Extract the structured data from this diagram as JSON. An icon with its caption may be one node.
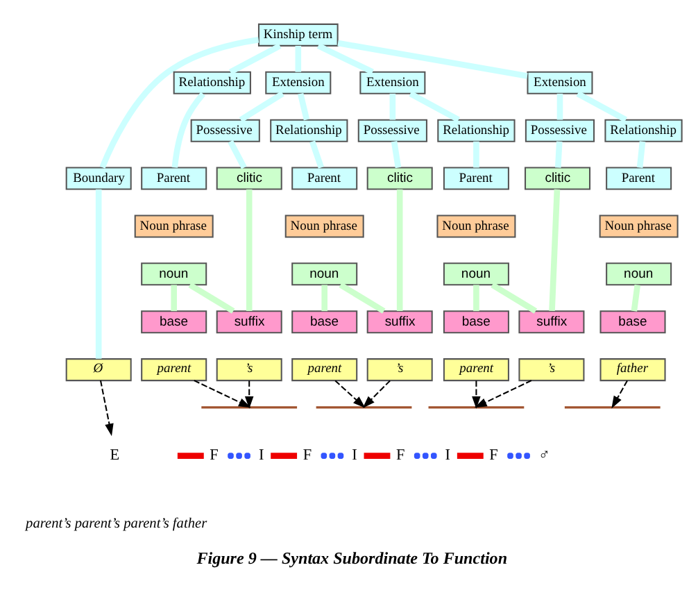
{
  "diagram": {
    "caption": "Figure 9 — Syntax Subordinate To Function",
    "nodes": [
      {
        "text": [
          "Kinship term"
        ]
      },
      {
        "text": [
          "Boundary"
        ]
      },
      {
        "text": [
          "Relationship"
        ]
      },
      {
        "text": [
          "Extension"
        ]
      },
      {
        "text": [
          "Extension"
        ]
      },
      {
        "text": [
          "Extension"
        ]
      },
      {
        "text": [
          "Possessive"
        ]
      },
      {
        "text": [
          "Possessive"
        ]
      },
      {
        "text": [
          "Possessive"
        ]
      },
      {
        "text": [
          "Relationship"
        ]
      },
      {
        "text": [
          "Relationship"
        ]
      },
      {
        "text": [
          "Relationship"
        ]
      },
      {
        "text": [
          "clitic"
        ]
      },
      {
        "text": [
          "Parent"
        ]
      },
      {
        "text": [
          "clitic"
        ]
      },
      {
        "text": [
          "Parent"
        ]
      },
      {
        "text": [
          "clitic"
        ]
      },
      {
        "text": [
          "Parent"
        ]
      },
      {
        "text": [
          "Parent"
        ]
      },
      {
        "text": [
          "Noun phrase"
        ]
      },
      {
        "text": [
          "Noun phrase"
        ]
      },
      {
        "text": [
          "Noun phrase"
        ]
      },
      {
        "text": [
          "Noun phrase"
        ]
      },
      {
        "text": [
          "noun"
        ]
      },
      {
        "text": [
          "noun"
        ]
      },
      {
        "text": [
          "noun"
        ]
      },
      {
        "text": [
          "noun"
        ]
      },
      {
        "text": [
          "base"
        ]
      },
      {
        "text": [
          "suffix"
        ]
      },
      {
        "text": [
          "base"
        ]
      },
      {
        "text": [
          "suffix"
        ]
      },
      {
        "text": [
          "base"
        ]
      },
      {
        "text": [
          "suffix"
        ]
      },
      {
        "text": [
          "base"
        ]
      },
      {
        "text": [
          "Ø"
        ]
      },
      {
        "text": [
          "parent"
        ]
      },
      {
        "text": [
          "’s"
        ]
      },
      {
        "text": [
          "parent"
        ]
      },
      {
        "text": [
          "’s"
        ]
      },
      {
        "text": [
          "parent"
        ]
      },
      {
        "text": [
          "’s"
        ]
      },
      {
        "text": [
          "father"
        ]
      },
      {
        "text": [],
        "shape": "brace"
      },
      {
        "text": [],
        "shape": "brace"
      },
      {
        "text": [],
        "shape": "brace"
      },
      {
        "text": [],
        "shape": "brace"
      },
      {
        "text": [
          "E"
        ]
      }
    ],
    "edges": [
      {
        "from": 0,
        "to": 1,
        "arrow": "none"
      },
      {
        "from": 0,
        "to": 2,
        "arrow": "none"
      },
      {
        "from": 0,
        "to": 3,
        "arrow": "none"
      },
      {
        "from": 0,
        "to": 4,
        "arrow": "none"
      },
      {
        "from": 0,
        "to": 5,
        "arrow": "none"
      },
      {
        "from": 1,
        "to": 34,
        "arrow": "none"
      },
      {
        "from": 2,
        "to": 13,
        "arrow": "none"
      },
      {
        "from": 3,
        "to": 6,
        "arrow": "none"
      },
      {
        "from": 3,
        "to": 9,
        "arrow": "none"
      },
      {
        "from": 4,
        "to": 7,
        "arrow": "none"
      },
      {
        "from": 4,
        "to": 10,
        "arrow": "none"
      },
      {
        "from": 5,
        "to": 8,
        "arrow": "none"
      },
      {
        "from": 5,
        "to": 11,
        "arrow": "none"
      },
      {
        "from": 6,
        "to": 12,
        "arrow": "none"
      },
      {
        "from": 7,
        "to": 14,
        "arrow": "none"
      },
      {
        "from": 8,
        "to": 16,
        "arrow": "none"
      },
      {
        "from": 9,
        "to": 15,
        "arrow": "none"
      },
      {
        "from": 10,
        "to": 17,
        "arrow": "none"
      },
      {
        "from": 11,
        "to": 18,
        "arrow": "none"
      },
      {
        "from": 23,
        "to": 27,
        "arrow": "none",
        "color": "#ccffcc"
      },
      {
        "from": 23,
        "to": 28,
        "arrow": "none",
        "color": "#ccffcc"
      },
      {
        "from": 12,
        "to": 28,
        "arrow": "none",
        "color": "#ccffcc"
      },
      {
        "from": 24,
        "to": 29,
        "arrow": "none",
        "color": "#ccffcc"
      },
      {
        "from": 24,
        "to": 30,
        "arrow": "none",
        "color": "#ccffcc"
      },
      {
        "from": 14,
        "to": 30,
        "arrow": "none",
        "color": "#ccffcc"
      },
      {
        "from": 25,
        "to": 31,
        "arrow": "none",
        "color": "#ccffcc"
      },
      {
        "from": 25,
        "to": 32,
        "arrow": "none",
        "color": "#ccffcc"
      },
      {
        "from": 16,
        "to": 32,
        "arrow": "none",
        "color": "#ccffcc"
      },
      {
        "from": 26,
        "to": 33,
        "arrow": "none",
        "color": "#ccffcc"
      },
      {
        "from": 34,
        "to": 46,
        "arrow": "to",
        "style": "dashed",
        "color": "#000000"
      },
      {
        "from": 35,
        "to": 42,
        "arrow": "to",
        "style": "dashed",
        "color": "#000000"
      },
      {
        "from": 36,
        "to": 42,
        "arrow": "to",
        "style": "dashed",
        "color": "#000000"
      },
      {
        "from": 37,
        "to": 43,
        "arrow": "to",
        "style": "dashed",
        "color": "#000000"
      },
      {
        "from": 38,
        "to": 43,
        "arrow": "to",
        "style": "dashed",
        "color": "#000000"
      },
      {
        "from": 39,
        "to": 44,
        "arrow": "to",
        "style": "dashed",
        "color": "#000000"
      },
      {
        "from": 40,
        "to": 44,
        "arrow": "to",
        "style": "dashed",
        "color": "#000000"
      },
      {
        "from": 41,
        "to": 45,
        "arrow": "to",
        "style": "dashed",
        "color": "#000000"
      }
    ],
    "labels": [
      "F",
      "I",
      "F",
      "I",
      "F",
      "I",
      "F",
      "♂",
      "parent’s parent’s parent’s father"
    ]
  }
}
